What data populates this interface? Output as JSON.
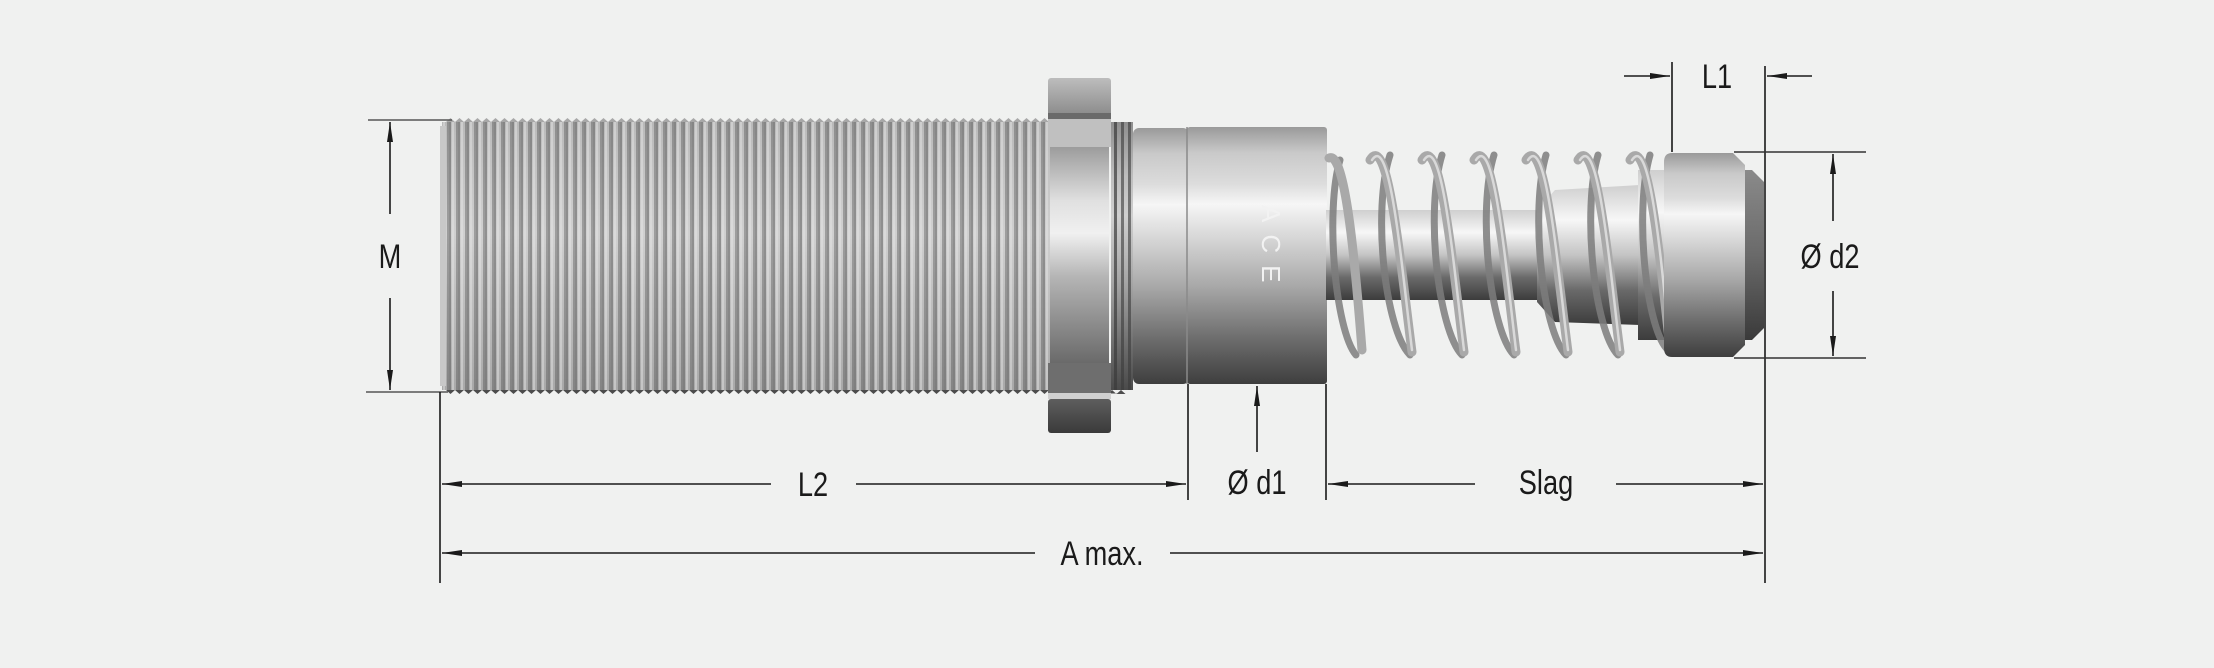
{
  "drawing": {
    "subject": "shock absorber",
    "brand_mark": "ACE",
    "background_color": "#f0f1f0",
    "line_color": "#1a1a1a",
    "metal_colors": {
      "light": "#f4f4f4",
      "mid": "#b5b5b5",
      "dark": "#3a3a3a"
    }
  },
  "dimensions": {
    "M": {
      "label": "M",
      "orientation": "vertical",
      "refers_to": "thread diameter"
    },
    "L2": {
      "label": "L2",
      "orientation": "horizontal",
      "refers_to": "thread + body length"
    },
    "d1": {
      "label": "Ø d1",
      "orientation": "vertical",
      "refers_to": "body diameter"
    },
    "Slag": {
      "label": "Slag",
      "orientation": "horizontal",
      "refers_to": "stroke"
    },
    "A_max": {
      "label": "A max.",
      "orientation": "horizontal",
      "refers_to": "overall length"
    },
    "L1": {
      "label": "L1",
      "orientation": "horizontal",
      "refers_to": "end cap length"
    },
    "d2": {
      "label": "Ø d2",
      "orientation": "vertical",
      "refers_to": "end cap diameter"
    }
  }
}
